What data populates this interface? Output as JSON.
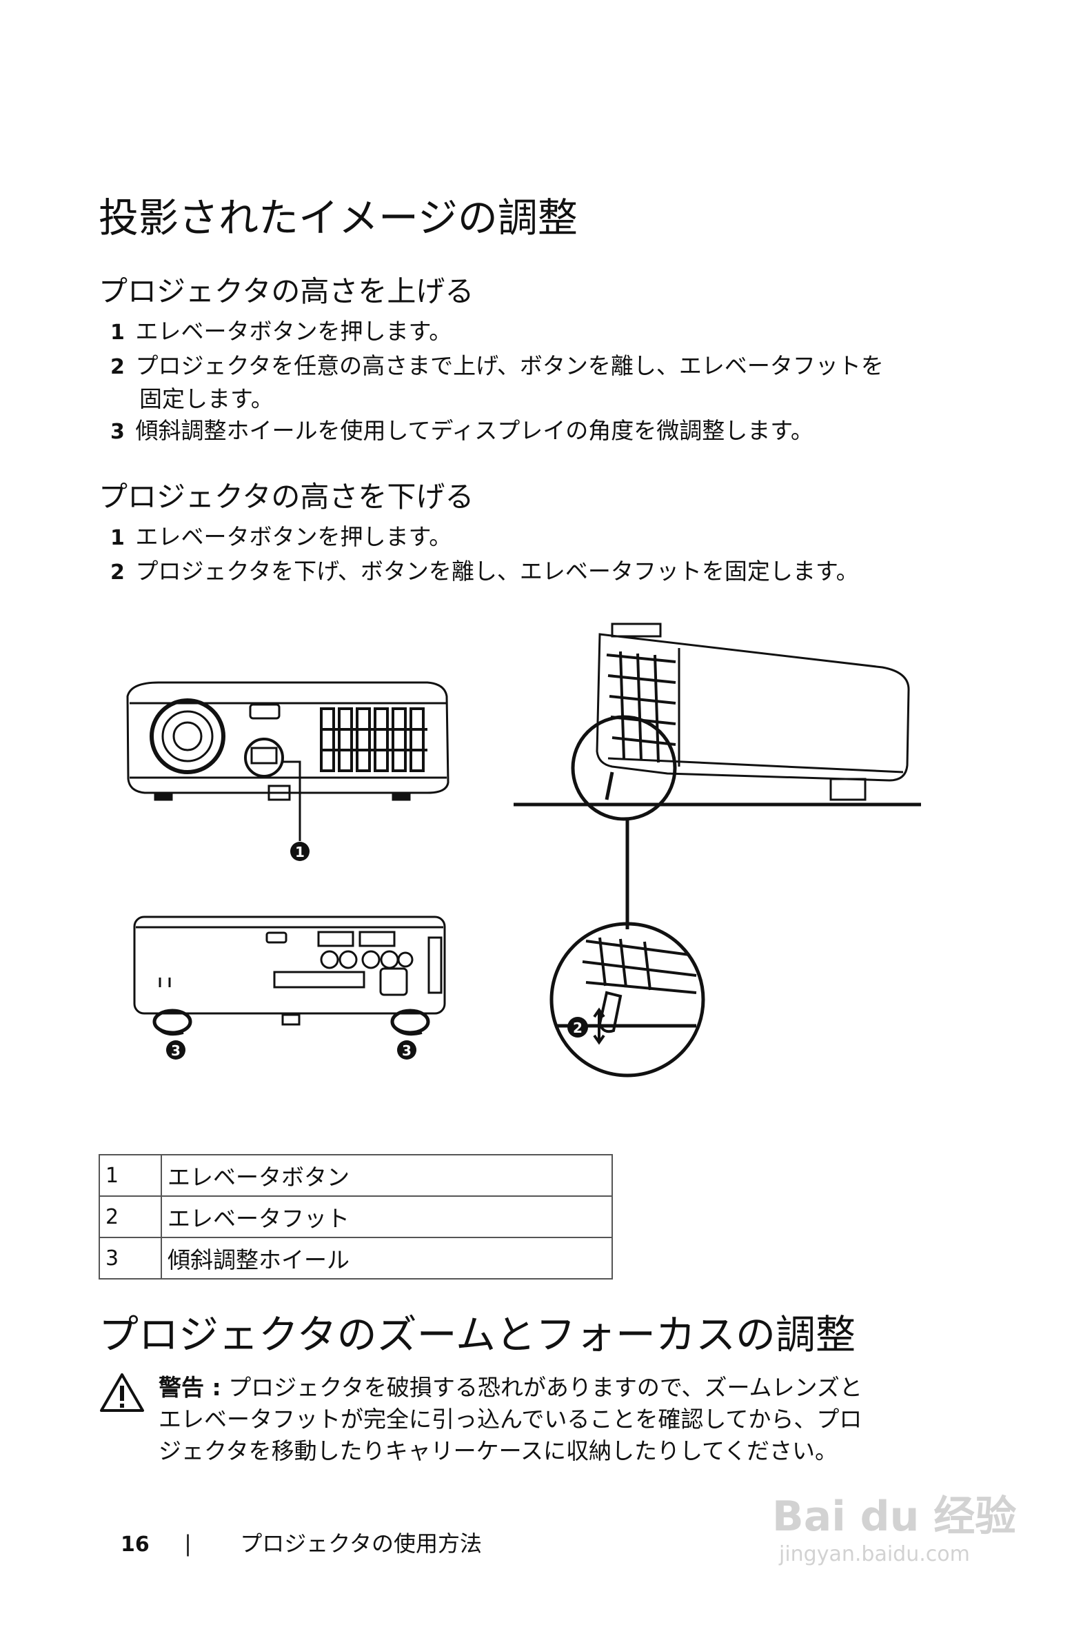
{
  "page": {
    "title": "投影されたイメージの調整",
    "raise": {
      "heading": "プロジェクタの高さを上げる",
      "steps": [
        {
          "num": "1",
          "text": "エレベータボタンを押します。"
        },
        {
          "num": "2",
          "text": "プロジェクタを任意の高さまで上げ、ボタンを離し、エレベータフットを",
          "cont": "固定します。"
        },
        {
          "num": "3",
          "text": "傾斜調整ホイールを使用してディスプレイの角度を微調整します。"
        }
      ]
    },
    "lower": {
      "heading": "プロジェクタの高さを下げる",
      "steps": [
        {
          "num": "1",
          "text": "エレベータボタンを押します。"
        },
        {
          "num": "2",
          "text": "プロジェクタを下げ、ボタンを離し、エレベータフットを固定します。"
        }
      ]
    },
    "callouts": [
      "1",
      "2",
      "3",
      "3"
    ],
    "legend": [
      {
        "num": "1",
        "label": "エレベータボタン"
      },
      {
        "num": "2",
        "label": "エレベータフット"
      },
      {
        "num": "3",
        "label": "傾斜調整ホイール"
      }
    ],
    "zoom_section": {
      "heading": "プロジェクタのズームとフォーカスの調整",
      "warning_label": "警告 :",
      "warning_line1": "プロジェクタを破損する恐れがありますので、ズームレンズと",
      "warning_line2": "エレベータフットが完全に引っ込んでいることを確認してから、プロ",
      "warning_line3": "ジェクタを移動したりキャリーケースに収納したりしてください。"
    },
    "footer": {
      "page_number": "16",
      "separator": "|",
      "section": "プロジェクタの使用方法"
    },
    "watermark": {
      "brand": "Bai du 经验",
      "url": "jingyan.baidu.com"
    }
  }
}
